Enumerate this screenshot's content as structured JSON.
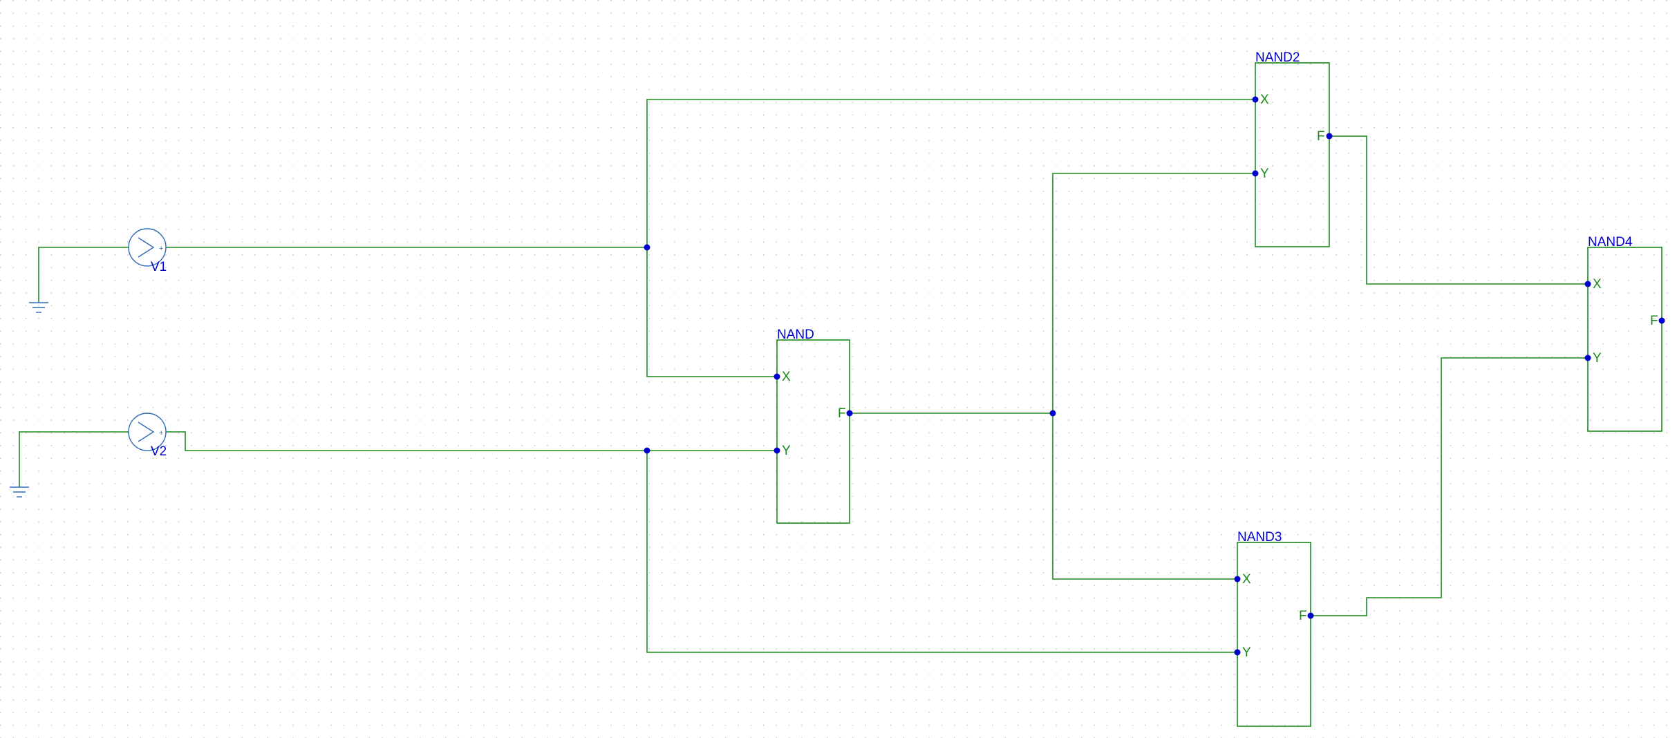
{
  "colors": {
    "background": "#ffffff",
    "grid_dot": "#c8c8c8",
    "wire": "#1a8a1a",
    "node": "#0000cc",
    "component_label": "#0000cc",
    "pin_label": "#1a8a1a",
    "symbol": "#2d6bb8"
  },
  "sources": [
    {
      "id": "v1",
      "label": "V1",
      "plus": "+"
    },
    {
      "id": "v2",
      "label": "V2",
      "plus": "+"
    }
  ],
  "gates": [
    {
      "id": "nand",
      "title": "NAND",
      "pins": {
        "x": "X",
        "y": "Y",
        "f": "F"
      }
    },
    {
      "id": "nand2",
      "title": "NAND2",
      "pins": {
        "x": "X",
        "y": "Y",
        "f": "F"
      }
    },
    {
      "id": "nand3",
      "title": "NAND3",
      "pins": {
        "x": "X",
        "y": "Y",
        "f": "F"
      }
    },
    {
      "id": "nand4",
      "title": "NAND4",
      "pins": {
        "x": "X",
        "y": "Y",
        "f": "F"
      }
    }
  ]
}
